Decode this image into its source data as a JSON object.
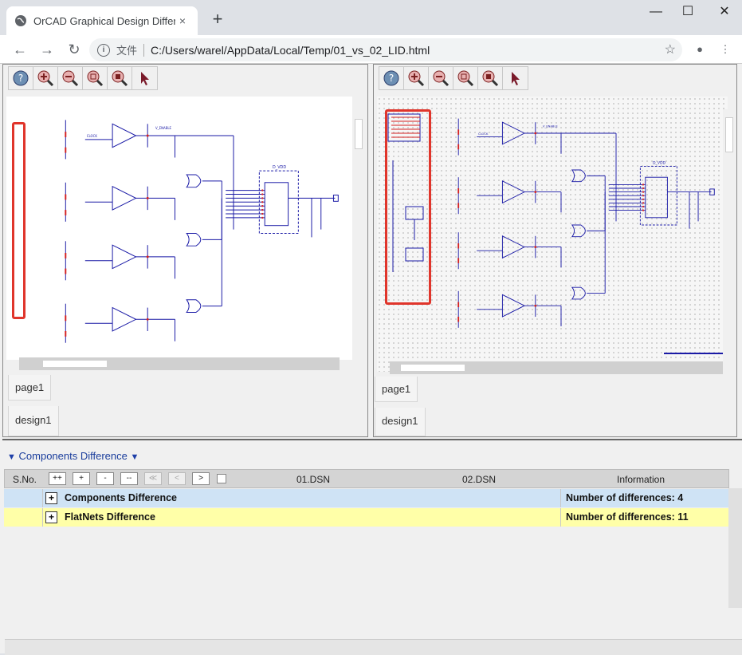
{
  "browser": {
    "tab_title": "OrCAD Graphical Design Differ",
    "tab_close": "×",
    "new_tab": "+",
    "window_controls": [
      "—",
      "☐",
      "✕"
    ],
    "nav": {
      "back": "←",
      "forward": "→",
      "reload": "↻"
    },
    "address": {
      "info_icon": "i",
      "file_label": "文件",
      "url": "C:/Users/warel/AppData/Local/Temp/01_vs_02_LID.html"
    },
    "star": "☆",
    "profile": "●",
    "menu": "⋮"
  },
  "left_pane": {
    "page_tab": "page1",
    "design_tab": "design1"
  },
  "right_pane": {
    "page_tab": "page1",
    "design_tab": "design1"
  },
  "schematic_labels": {
    "vdd": "D_VDD",
    "enable": "V_ENABLE",
    "clock": "CLOCK"
  },
  "diff_panel": {
    "title": "Components Difference",
    "columns": {
      "sno": "S.No.",
      "col1": "01.DSN",
      "col2": "02.DSN",
      "info": "Information"
    },
    "controls": [
      "++",
      "+",
      "-",
      "--",
      "≪",
      "<",
      ">"
    ],
    "rows": [
      {
        "name": "Components Difference",
        "info": "Number of differences: 4",
        "bg": "#cfe3f5"
      },
      {
        "name": "FlatNets Difference",
        "info": "Number of differences: 11",
        "bg": "#ffffa8"
      }
    ]
  },
  "colors": {
    "accent": "#1e3fa8",
    "highlight": "#e0352b",
    "wire": "#1a1aa6"
  }
}
